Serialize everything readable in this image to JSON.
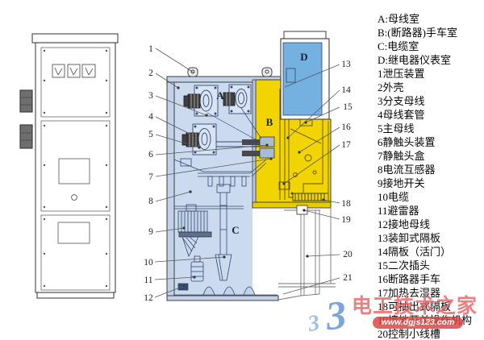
{
  "legend": {
    "items": [
      "A:母线室",
      "B:(断路器)手车室",
      "C:电缆室",
      "D:继电器仪表室",
      "1泄压装置",
      "2外壳",
      "3分支母线",
      "4母线套管",
      "5主母线",
      "6静触头装置",
      "7静触头盒",
      "8电流互感器",
      "9接地开关",
      "10电缆",
      "11避雷器",
      "12接地母线",
      "13装卸式隔板",
      "14隔板（活门）",
      "15二次插头",
      "16断路器手车",
      "17加热去湿器",
      "18可抽出式隔板",
      "19接地开关操作机构",
      "20控制小线槽"
    ]
  },
  "diagram": {
    "compartment_labels": {
      "a": "A",
      "b": "B",
      "c": "C",
      "d": "D"
    },
    "callouts_left": [
      "1",
      "2",
      "3",
      "4",
      "5",
      "6",
      "7",
      "8",
      "9",
      "10",
      "11",
      "12"
    ],
    "callouts_right": [
      "13",
      "14",
      "15",
      "16",
      "17",
      "18",
      "19",
      "20",
      "21"
    ]
  },
  "watermark": {
    "logo": "3",
    "brand": "电工技术之家",
    "url": "www.dgjs123.com"
  },
  "colors": {
    "compartment_ac": "#cbdaee",
    "wall_fill": "#c2d2e8",
    "compartment_b": "#f2d500",
    "compartment_b_band": "#e6cc00",
    "compartment_d": "#74b0e0",
    "line_dark": "#3c3c3c",
    "line_blue": "#33486e",
    "line_yellow": "#5a4d00"
  }
}
